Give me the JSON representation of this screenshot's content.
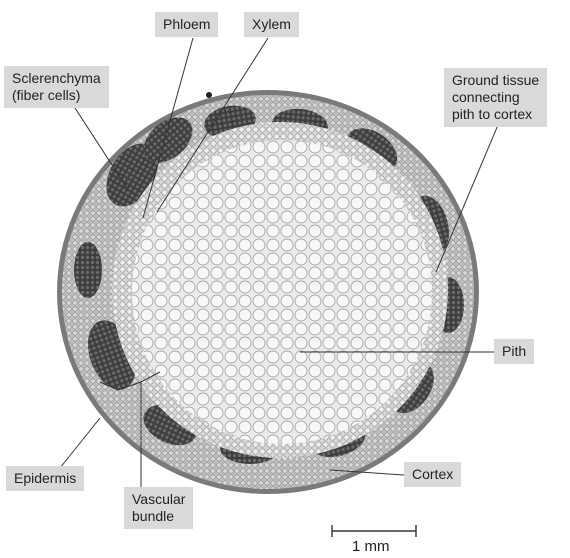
{
  "labels": {
    "phloem": "Phloem",
    "xylem": "Xylem",
    "sclerenchyma": "Sclerenchyma\n(fiber cells)",
    "ground_tissue": "Ground tissue\nconnecting\npith to cortex",
    "pith": "Pith",
    "epidermis": "Epidermis",
    "cortex": "Cortex",
    "vascular_bundle": "Vascular\nbundle"
  },
  "scale_bar": {
    "label": "1 mm"
  },
  "colors": {
    "label_background": "#d9d9d9",
    "leader_line": "#333333",
    "pith_cells": "#f2f2f2",
    "cell_walls": "#9a9a9a",
    "vascular_dark": "#4a4a4a",
    "cortex_tone": "#b8b8b8"
  }
}
